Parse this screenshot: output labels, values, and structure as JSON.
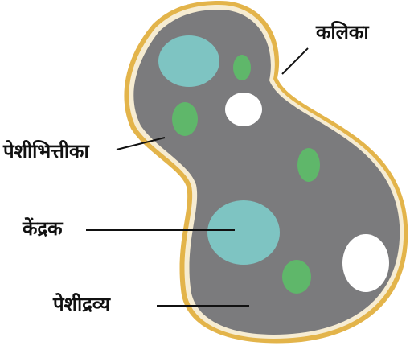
{
  "labels": {
    "bud": "कलिका",
    "cell_wall": "पेशीभित्तीका",
    "nucleus": "केंद्रक",
    "cytoplasm": "पेशीद्रव्य"
  },
  "colors": {
    "cytoplasm": "#7b7b7d",
    "wall_outer": "#e3b44a",
    "wall_inner": "#f6ecd2",
    "nucleus": "#7ec4c2",
    "vacuole_green": "#5fb76a",
    "vacuole_white": "#ffffff",
    "leader": "#111111"
  }
}
